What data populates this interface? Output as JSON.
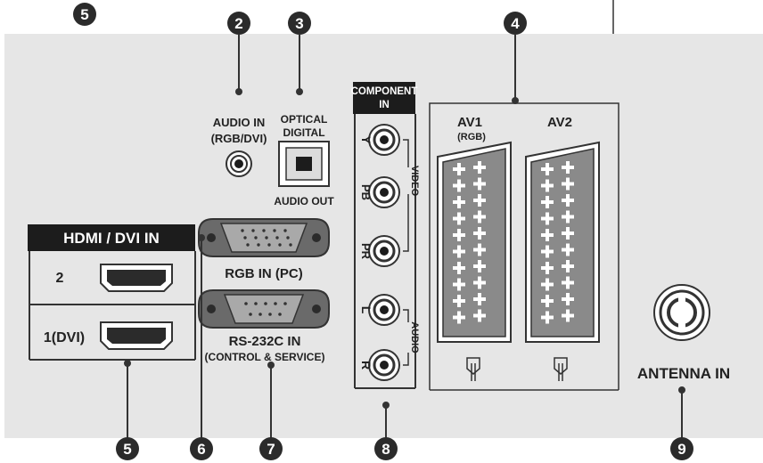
{
  "labels": {
    "audio_in_1": "AUDIO IN",
    "audio_in_2": "(RGB/DVI)",
    "optical_1": "OPTICAL",
    "optical_2": "DIGITAL",
    "audio_out": "AUDIO OUT",
    "component_1": "COMPONENT",
    "component_2": "IN",
    "comp_y": "Y",
    "comp_pb": "PB",
    "comp_pr": "PR",
    "comp_l": "L",
    "comp_r": "R",
    "video_bracket": "VIDEO",
    "audio_bracket": "AUDIO",
    "av1": "AV1",
    "av1_sub": "(RGB)",
    "av2": "AV2",
    "hdmi_header": "HDMI / DVI IN",
    "hdmi_2": "2",
    "hdmi_1": "1(DVI)",
    "rgb_in": "RGB IN (PC)",
    "rs232_1": "RS-232C IN",
    "rs232_2": "(CONTROL & SERVICE)",
    "antenna": "ANTENNA IN"
  },
  "callouts": {
    "top_left": "5",
    "audio_in": "2",
    "optical": "3",
    "scart": "4",
    "hdmi": "5",
    "rgb": "6",
    "rs232": "7",
    "component": "8",
    "antenna": "9"
  },
  "colors": {
    "panel": "#e6e6e6",
    "panel_edge": "#c9c9c9",
    "dark": "#1c1c1c",
    "badge": "#2b2b2b",
    "badge_text": "#ffffff",
    "text": "#222222",
    "connector_metal": "#bdbdbd"
  }
}
